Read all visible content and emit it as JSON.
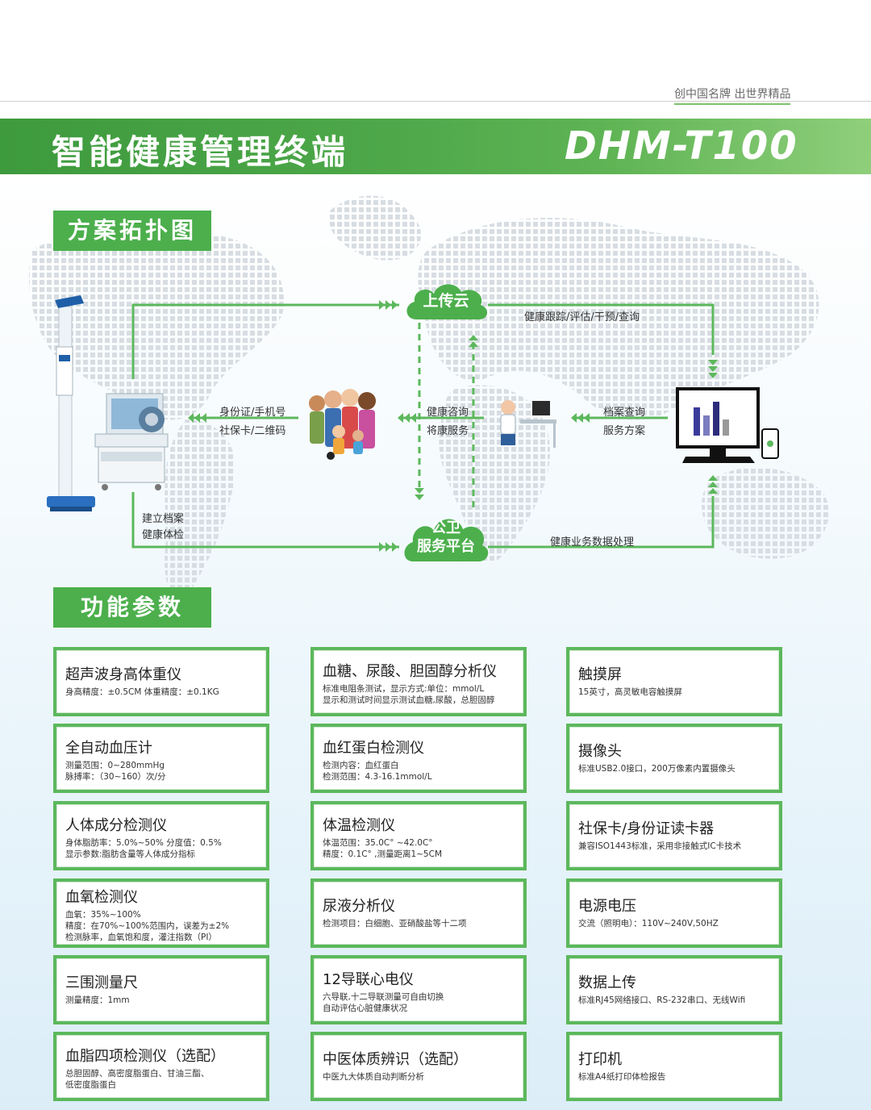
{
  "header": {
    "slogan": "创中国名牌 出世界精品",
    "title": "智能健康管理终端",
    "model": "DHM-T100"
  },
  "sections": {
    "topology": "方案拓扑图",
    "params": "功能参数"
  },
  "topology": {
    "cloud_upload": "上传云",
    "cloud_platform_line1": "公卫",
    "cloud_platform_line2": "服务平台",
    "label_track": "健康跟踪/评估/干预/查询",
    "label_id_line1": "身份证/手机号",
    "label_id_line2": "社保卡/二维码",
    "label_consult_line1": "健康咨询",
    "label_consult_line2": "将康服务",
    "label_archive_line1": "档案查询",
    "label_archive_line2": "服务方案",
    "label_build_line1": "建立档案",
    "label_build_line2": "健康体检",
    "label_data": "健康业务数据处理"
  },
  "colors": {
    "accent_green": "#4caf4c",
    "card_border": "#5cb85c",
    "line_green": "#5cb85c"
  },
  "cards": [
    {
      "title": "超声波身高体重仪",
      "lines": [
        "身高精度：±0.5CM 体重精度：±0.1KG"
      ]
    },
    {
      "title": "血糖、尿酸、胆固醇分析仪",
      "lines": [
        "标准电阻条测试，显示方式:单位：mmol/L",
        "显示和测试时间显示测试血糖,尿酸，总胆固醇"
      ]
    },
    {
      "title": "触摸屏",
      "lines": [
        "15英寸，高灵敏电容触摸屏"
      ]
    },
    {
      "title": "全自动血压计",
      "lines": [
        "测量范围：0~280mmHg",
        "脉搏率：（30~160）次/分"
      ]
    },
    {
      "title": "血红蛋白检测仪",
      "lines": [
        "检测内容：血红蛋白",
        "检测范围：4.3-16.1mmol/L"
      ]
    },
    {
      "title": "摄像头",
      "lines": [
        "标准USB2.0接口，200万像素内置摄像头"
      ]
    },
    {
      "title": "人体成分检测仪",
      "lines": [
        "身体脂肪率：5.0%~50% 分度值：0.5%",
        "显示参数:脂肪含量等人体成分指标"
      ]
    },
    {
      "title": "体温检测仪",
      "lines": [
        "体温范围：35.0C° ~42.0C°",
        "精度：0.1C° ,测量距离1~5CM"
      ]
    },
    {
      "title": "社保卡/身份证读卡器",
      "lines": [
        "兼容ISO1443标准，采用非接触式IC卡技术"
      ]
    },
    {
      "title": "血氧检测仪",
      "lines": [
        "血氧：35%~100%",
        "精度：在70%~100%范围内，误差为±2%",
        "检测脉率，血氧饱和度，灌注指数（PI）"
      ]
    },
    {
      "title": "尿液分析仪",
      "lines": [
        "检测项目：白细胞、亚硝酸盐等十二项"
      ]
    },
    {
      "title": "电源电压",
      "lines": [
        "交流（照明电）：110V~240V,50HZ"
      ]
    },
    {
      "title": "三围测量尺",
      "lines": [
        "测量精度：1mm"
      ]
    },
    {
      "title": "12导联心电仪",
      "lines": [
        "六导联,十二导联测量可自由切换",
        "自动评估心脏健康状况"
      ]
    },
    {
      "title": "数据上传",
      "lines": [
        "标准RJ45网络接口、RS-232串口、无线Wifi"
      ]
    },
    {
      "title": "血脂四项检测仪（选配）",
      "lines": [
        "总胆固醇、高密度脂蛋白、甘油三酯、",
        "低密度脂蛋白"
      ]
    },
    {
      "title": "中医体质辨识（选配）",
      "lines": [
        "中医九大体质自动判断分析"
      ]
    },
    {
      "title": "打印机",
      "lines": [
        "标准A4纸打印体检报告"
      ]
    }
  ]
}
